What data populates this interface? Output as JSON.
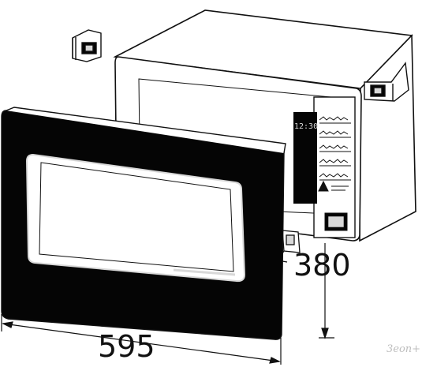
{
  "diagram": {
    "display_time": "12:30",
    "width_label": "595",
    "height_label": "380",
    "watermark": "3eon+"
  },
  "colors": {
    "line": "#111111",
    "body_fill": "#ffffff",
    "dark_panel": "#050505",
    "light_gray": "#d8d8d8",
    "watermark": "#bdbdbd"
  }
}
